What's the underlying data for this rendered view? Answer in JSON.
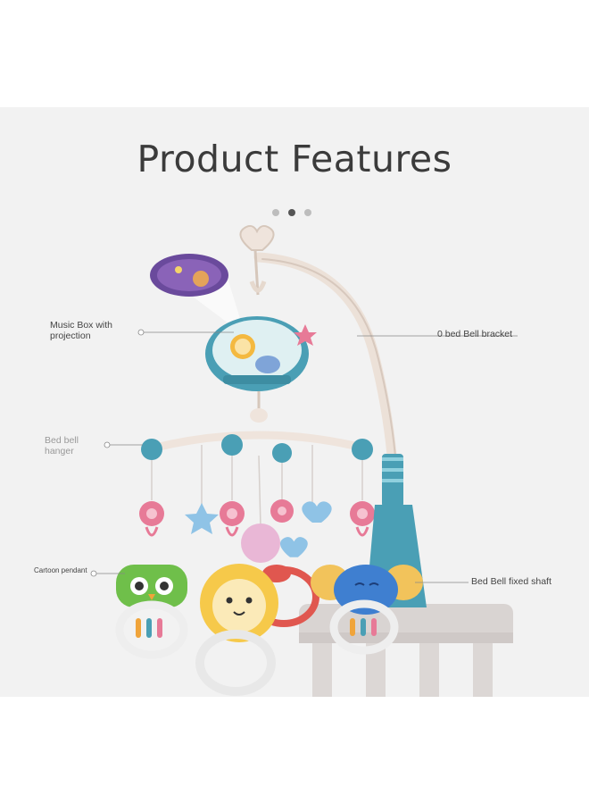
{
  "title": "Product Features",
  "carousel": {
    "count": 3,
    "active_index": 1
  },
  "labels": {
    "music_box_line1": "Music Box with",
    "music_box_line2": "projection",
    "bracket": "0 bed Bell bracket",
    "hanger_line1": "Bed bell",
    "hanger_line2": "hanger",
    "pendant": "Cartoon pendant",
    "shaft": "Bed Bell fixed shaft"
  },
  "colors": {
    "background": "#f2f2f2",
    "teal": "#4a9fb5",
    "arm": "#efe4dc",
    "pink": "#e77a97",
    "lion": "#f6c94a",
    "elephant": "#3f7fd0",
    "owl": "#6fbf4a",
    "crib": "#d9d4d2"
  },
  "icons": [
    "carousel-dot",
    "projection-disc",
    "music-box",
    "star-button",
    "heart-hook",
    "rattle-ring"
  ]
}
